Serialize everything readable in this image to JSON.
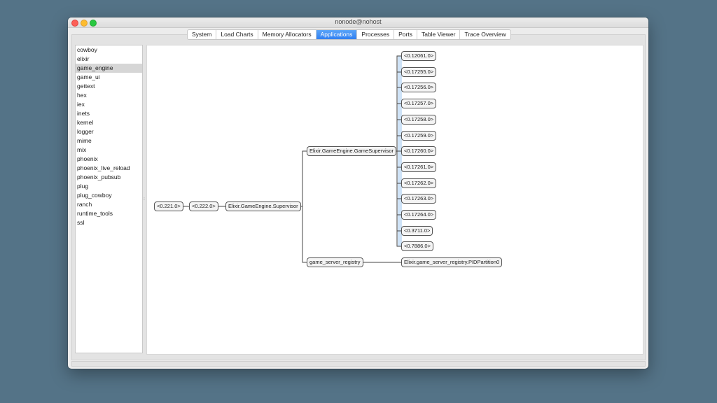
{
  "window": {
    "title": "nonode@nohost"
  },
  "tabs": [
    {
      "label": "System"
    },
    {
      "label": "Load Charts"
    },
    {
      "label": "Memory Allocators"
    },
    {
      "label": "Applications",
      "active": true
    },
    {
      "label": "Processes"
    },
    {
      "label": "Ports"
    },
    {
      "label": "Table Viewer"
    },
    {
      "label": "Trace Overview"
    }
  ],
  "applications": {
    "selected": "game_engine",
    "items": [
      {
        "label": "cowboy"
      },
      {
        "label": "elixir"
      },
      {
        "label": "game_engine"
      },
      {
        "label": "game_ui"
      },
      {
        "label": "gettext"
      },
      {
        "label": "hex"
      },
      {
        "label": "iex"
      },
      {
        "label": "inets"
      },
      {
        "label": "kernel"
      },
      {
        "label": "logger"
      },
      {
        "label": "mime"
      },
      {
        "label": "mix"
      },
      {
        "label": "phoenix"
      },
      {
        "label": "phoenix_live_reload"
      },
      {
        "label": "phoenix_pubsub"
      },
      {
        "label": "plug"
      },
      {
        "label": "plug_cowboy"
      },
      {
        "label": "ranch"
      },
      {
        "label": "runtime_tools"
      },
      {
        "label": "ssl"
      }
    ]
  },
  "tree": {
    "nodes": [
      {
        "id": "n0",
        "label": "<0.221.0>"
      },
      {
        "id": "n1",
        "label": "<0.222.0>"
      },
      {
        "id": "n2",
        "label": "Elixir.GameEngine.Supervisor"
      },
      {
        "id": "n3",
        "label": "Elixir.GameEngine.GameSupervisor"
      },
      {
        "id": "n4",
        "label": "game_server_registry"
      },
      {
        "id": "c0",
        "label": "<0.12061.0>"
      },
      {
        "id": "c1",
        "label": "<0.17255.0>"
      },
      {
        "id": "c2",
        "label": "<0.17256.0>"
      },
      {
        "id": "c3",
        "label": "<0.17257.0>"
      },
      {
        "id": "c4",
        "label": "<0.17258.0>"
      },
      {
        "id": "c5",
        "label": "<0.17259.0>"
      },
      {
        "id": "c6",
        "label": "<0.17260.0>"
      },
      {
        "id": "c7",
        "label": "<0.17261.0>"
      },
      {
        "id": "c8",
        "label": "<0.17262.0>"
      },
      {
        "id": "c9",
        "label": "<0.17263.0>"
      },
      {
        "id": "c10",
        "label": "<0.17264.0>"
      },
      {
        "id": "c11",
        "label": "<0.3711.0>"
      },
      {
        "id": "c12",
        "label": "<0.7886.0>"
      },
      {
        "id": "r0",
        "label": "Elixir.game_server_registry.PIDPartition0"
      }
    ],
    "edges": [
      [
        "n0",
        "n1"
      ],
      [
        "n1",
        "n2"
      ],
      [
        "n2",
        "n3"
      ],
      [
        "n2",
        "n4"
      ],
      [
        "n3",
        "c0"
      ],
      [
        "n3",
        "c1"
      ],
      [
        "n3",
        "c2"
      ],
      [
        "n3",
        "c3"
      ],
      [
        "n3",
        "c4"
      ],
      [
        "n3",
        "c5"
      ],
      [
        "n3",
        "c6"
      ],
      [
        "n3",
        "c7"
      ],
      [
        "n3",
        "c8"
      ],
      [
        "n3",
        "c9"
      ],
      [
        "n3",
        "c10"
      ],
      [
        "n3",
        "c11"
      ],
      [
        "n3",
        "c12"
      ],
      [
        "n4",
        "r0"
      ]
    ]
  }
}
